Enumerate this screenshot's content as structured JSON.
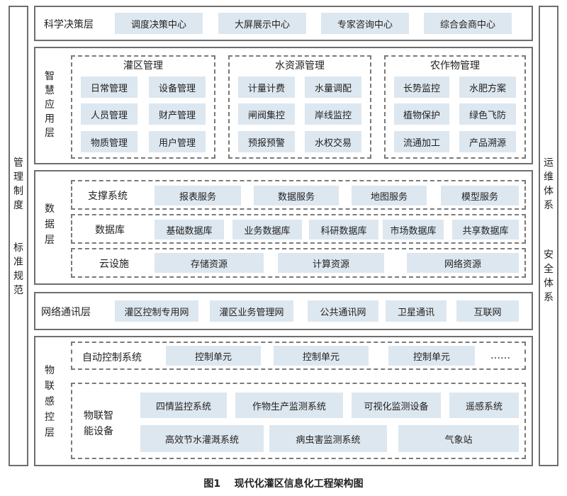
{
  "side_left": {
    "top_chars": [
      "管",
      "理",
      "制",
      "度"
    ],
    "bottom_chars": [
      "标",
      "准",
      "规",
      "范"
    ]
  },
  "side_right": {
    "top_chars": [
      "运",
      "维",
      "体",
      "系"
    ],
    "bottom_chars": [
      "安",
      "全",
      "体",
      "系"
    ]
  },
  "decision_layer": {
    "title": "科学决策层",
    "items": [
      "调度决策中心",
      "大屏展示中心",
      "专家咨询中心",
      "综合会商中心"
    ]
  },
  "app_layer": {
    "title_chars": [
      "智",
      "慧",
      "应",
      "用",
      "层"
    ],
    "groups": [
      {
        "title": "灌区管理",
        "items": [
          "日常管理",
          "设备管理",
          "人员管理",
          "财产管理",
          "物质管理",
          "用户管理"
        ]
      },
      {
        "title": "水资源管理",
        "items": [
          "计量计费",
          "水量调配",
          "闸阀集控",
          "岸线监控",
          "预报预警",
          "水权交易"
        ]
      },
      {
        "title": "农作物管理",
        "items": [
          "长势监控",
          "水肥方案",
          "植物保护",
          "绿色飞防",
          "流通加工",
          "产品溯源"
        ]
      }
    ]
  },
  "data_layer": {
    "title_chars": [
      "数",
      "据",
      "层"
    ],
    "support": {
      "label": "支撑系统",
      "items": [
        "报表服务",
        "数据服务",
        "地图服务",
        "模型服务"
      ]
    },
    "database": {
      "label": "数据库",
      "items": [
        "基础数据库",
        "业务数据库",
        "科研数据库",
        "市场数据库",
        "共享数据库"
      ]
    },
    "cloud": {
      "label": "云设施",
      "items": [
        "存储资源",
        "计算资源",
        "网络资源"
      ]
    }
  },
  "network_layer": {
    "title": "网络通讯层",
    "items": [
      "灌区控制专用网",
      "灌区业务管理网",
      "公共通讯网",
      "卫星通讯",
      "互联网"
    ]
  },
  "iot_layer": {
    "title_chars": [
      "物",
      "联",
      "感",
      "控",
      "层"
    ],
    "auto": {
      "label": "自动控制系统",
      "items": [
        "控制单元",
        "控制单元",
        "控制单元"
      ],
      "more": "……"
    },
    "devices": {
      "label_lines": [
        "物联智",
        "能设备"
      ],
      "row1": [
        "四情监控系统",
        "作物生产监测系统",
        "可视化监测设备",
        "遥感系统"
      ],
      "row2": [
        "高效节水灌溉系统",
        "病虫害监测系统",
        "气象站"
      ]
    }
  },
  "caption": "图1    现代化灌区信息化工程架构图"
}
